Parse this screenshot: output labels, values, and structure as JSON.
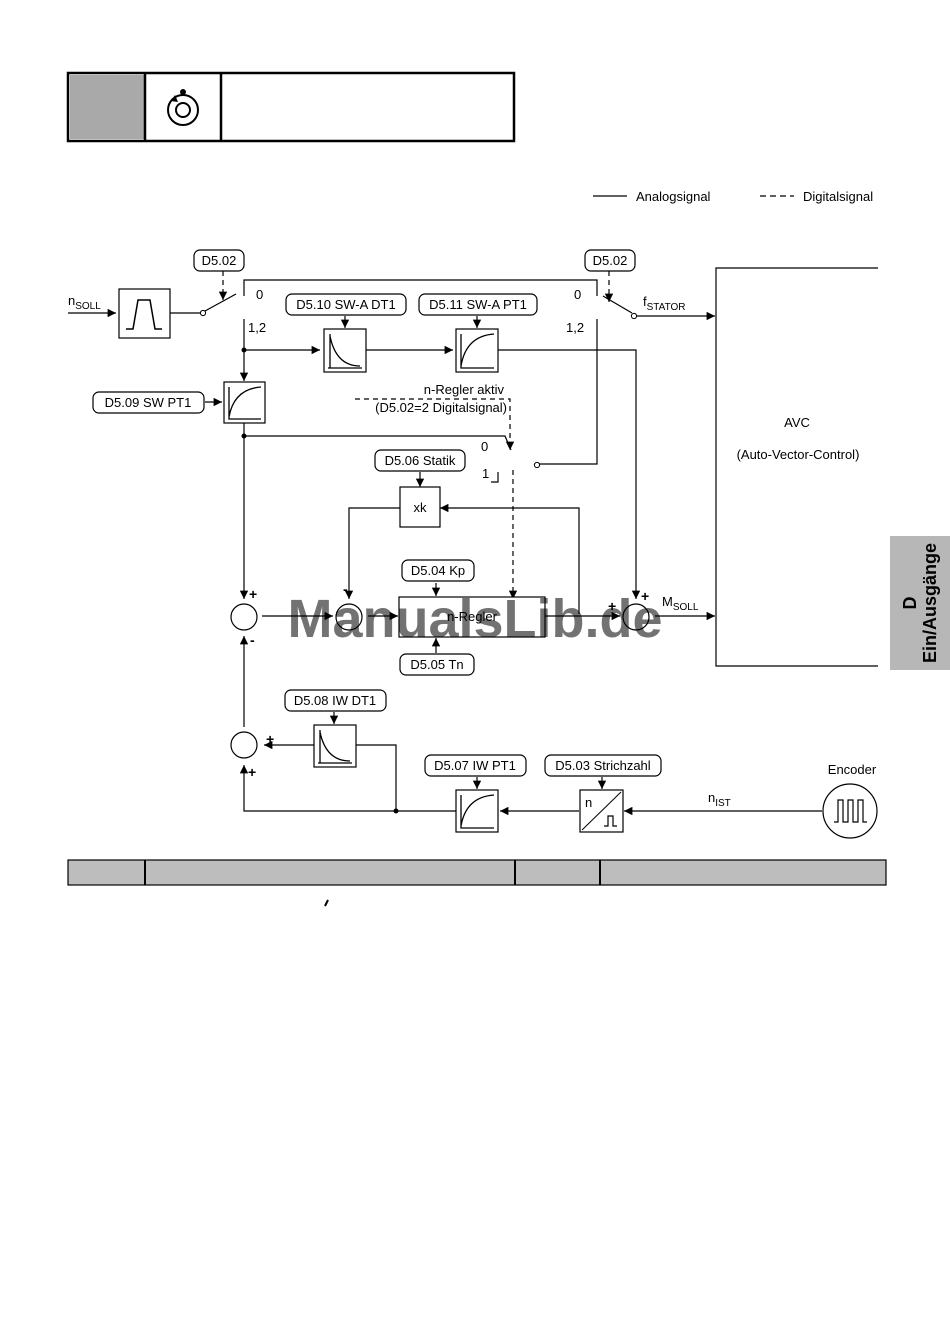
{
  "legend": {
    "analog": "Analogsignal",
    "digital": "Digitalsignal"
  },
  "side_tab": {
    "letter": "D",
    "title": "Ein/Ausgänge"
  },
  "watermark": "ManualsLib.de",
  "signals": {
    "n_soll": "n",
    "n_soll_sub": "SOLL",
    "f_stator": "f",
    "f_stator_sub": "STATOR",
    "m_soll": "M",
    "m_soll_sub": "SOLL",
    "n_ist": "n",
    "n_ist_sub": "IST"
  },
  "params": {
    "d502_left": "D5.02",
    "d502_right": "D5.02",
    "d510": "D5.10 SW-A DT1",
    "d511": "D5.11 SW-A PT1",
    "d509": "D5.09 SW PT1",
    "d506": "D5.06 Statik",
    "d504": "D5.04 Kp",
    "d505": "D5.05 Tn",
    "d508": "D5.08 IW DT1",
    "d507": "D5.07 IW PT1",
    "d503": "D5.03 Strichzahl"
  },
  "switch_labels": {
    "left_zero": "0",
    "left_12": "1,2",
    "right_zero": "0",
    "right_12": "1,2",
    "mid_zero": "0",
    "mid_one": "1"
  },
  "note": {
    "line1": "n-Regler aktiv",
    "line2": "(D5.02=2  Digitalsignal)"
  },
  "blocks": {
    "xk": "xk",
    "regler": "n-Regler",
    "avc_title": "AVC",
    "avc_sub": "(Auto-Vector-Control)",
    "encoder": "Encoder",
    "encoder_n": "n"
  },
  "signs": {
    "plus": "+",
    "minus": "-"
  }
}
